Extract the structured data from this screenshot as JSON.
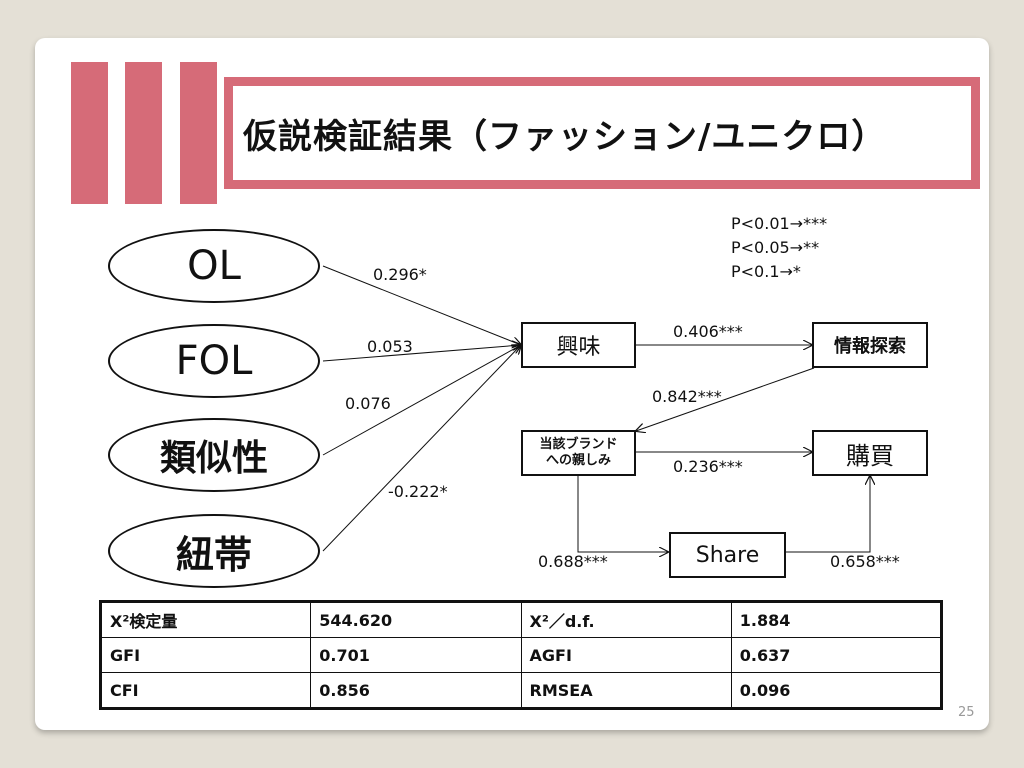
{
  "slide": {
    "title": "仮説検証結果（ファッション/ユニクロ）",
    "page_number": "25"
  },
  "legend": {
    "lines": [
      "P<0.01→***",
      "P<0.05→**",
      "P<0.1→*"
    ]
  },
  "constructs": {
    "ol": "OL",
    "fol": "FOL",
    "similarity": "類似性",
    "bond": "紐帯",
    "interest": "興味",
    "info_search": "情報探索",
    "brand_affinity": "当該ブランド\nへの親しみ",
    "purchase": "購買",
    "share": "Share"
  },
  "paths": {
    "ol_interest": "0.296*",
    "fol_interest": "0.053",
    "similarity_interest": "0.076",
    "bond_interest": "-0.222*",
    "interest_info": "0.406***",
    "info_affinity": "0.842***",
    "affinity_purchase": "0.236***",
    "affinity_share": "0.688***",
    "share_purchase": "0.658***"
  },
  "fit_table": [
    [
      "X²検定量",
      "544.620",
      "X²／d.f.",
      "1.884"
    ],
    [
      "GFI",
      "0.701",
      "AGFI",
      "0.637"
    ],
    [
      "CFI",
      "0.856",
      "RMSEA",
      "0.096"
    ]
  ],
  "colors": {
    "accent": "#d66b78",
    "background": "#e4e0d6"
  }
}
